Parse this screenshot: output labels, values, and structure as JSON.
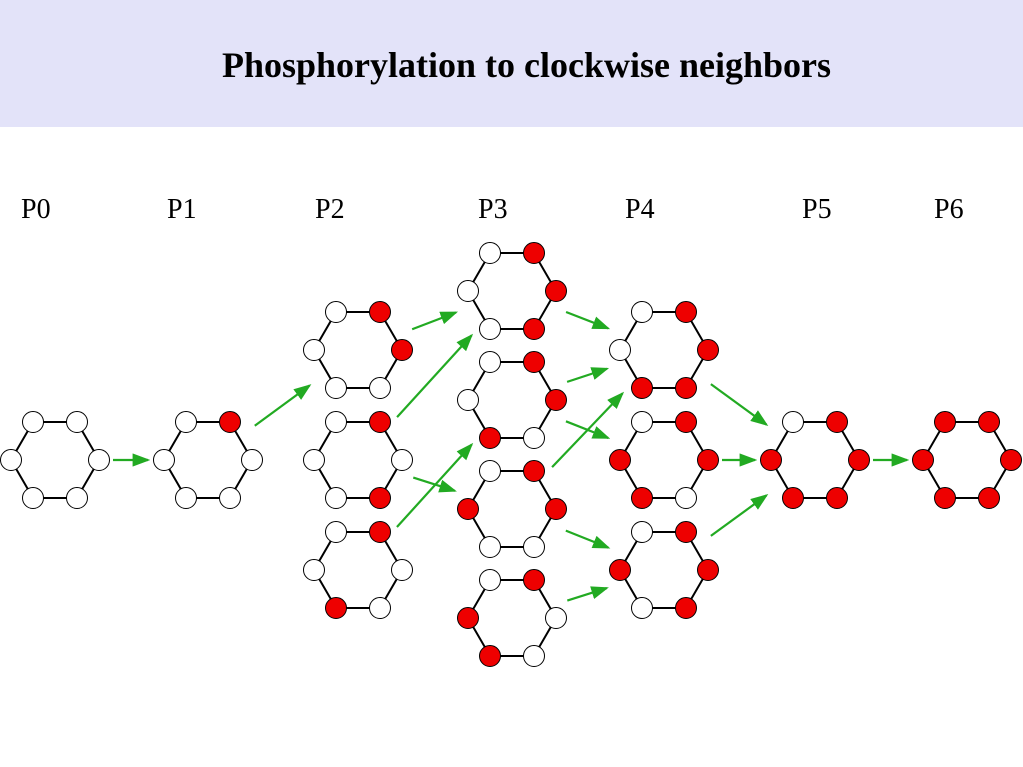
{
  "title": "Phosphorylation to clockwise neighbors",
  "stages": [
    "P0",
    "P1",
    "P2",
    "P3",
    "P4",
    "P5",
    "P6"
  ],
  "colors": {
    "header_bg": "#e3e3f9",
    "phosphorylated": "#ee0000",
    "unphosphorylated": "#ffffff",
    "arrow": "#22aa22",
    "edge": "#000000"
  },
  "diagram": {
    "site_order": [
      "top-left",
      "top-right",
      "right",
      "bottom-right",
      "bottom-left",
      "left"
    ],
    "rings": [
      {
        "id": "p0",
        "stage": "P0",
        "sites": [
          0,
          0,
          0,
          0,
          0,
          0
        ]
      },
      {
        "id": "p1",
        "stage": "P1",
        "sites": [
          0,
          1,
          0,
          0,
          0,
          0
        ]
      },
      {
        "id": "p2a",
        "stage": "P2",
        "sites": [
          0,
          1,
          1,
          0,
          0,
          0
        ]
      },
      {
        "id": "p2b",
        "stage": "P2",
        "sites": [
          0,
          1,
          0,
          1,
          0,
          0
        ]
      },
      {
        "id": "p2c",
        "stage": "P2",
        "sites": [
          0,
          1,
          0,
          0,
          1,
          0
        ]
      },
      {
        "id": "p3a",
        "stage": "P3",
        "sites": [
          0,
          1,
          1,
          1,
          0,
          0
        ]
      },
      {
        "id": "p3b",
        "stage": "P3",
        "sites": [
          0,
          1,
          1,
          0,
          1,
          0
        ]
      },
      {
        "id": "p3c",
        "stage": "P3",
        "sites": [
          0,
          1,
          1,
          0,
          0,
          1
        ]
      },
      {
        "id": "p3d",
        "stage": "P3",
        "sites": [
          0,
          1,
          0,
          0,
          1,
          1
        ]
      },
      {
        "id": "p4a",
        "stage": "P4",
        "sites": [
          0,
          1,
          1,
          1,
          1,
          0
        ]
      },
      {
        "id": "p4b",
        "stage": "P4",
        "sites": [
          0,
          1,
          1,
          0,
          1,
          1
        ]
      },
      {
        "id": "p4c",
        "stage": "P4",
        "sites": [
          0,
          1,
          1,
          1,
          0,
          1
        ]
      },
      {
        "id": "p5",
        "stage": "P5",
        "sites": [
          0,
          1,
          1,
          1,
          1,
          1
        ]
      },
      {
        "id": "p6",
        "stage": "P6",
        "sites": [
          1,
          1,
          1,
          1,
          1,
          1
        ]
      }
    ],
    "transitions": [
      [
        "p0",
        "p1"
      ],
      [
        "p1",
        "p2a"
      ],
      [
        "p2a",
        "p3a"
      ],
      [
        "p2b",
        "p3a"
      ],
      [
        "p2b",
        "p3c"
      ],
      [
        "p2c",
        "p3b"
      ],
      [
        "p3a",
        "p4a"
      ],
      [
        "p3b",
        "p4a"
      ],
      [
        "p3b",
        "p4b"
      ],
      [
        "p3c",
        "p4a"
      ],
      [
        "p3c",
        "p4c"
      ],
      [
        "p3d",
        "p4c"
      ],
      [
        "p4a",
        "p5"
      ],
      [
        "p4b",
        "p5"
      ],
      [
        "p4c",
        "p5"
      ],
      [
        "p5",
        "p6"
      ]
    ]
  }
}
